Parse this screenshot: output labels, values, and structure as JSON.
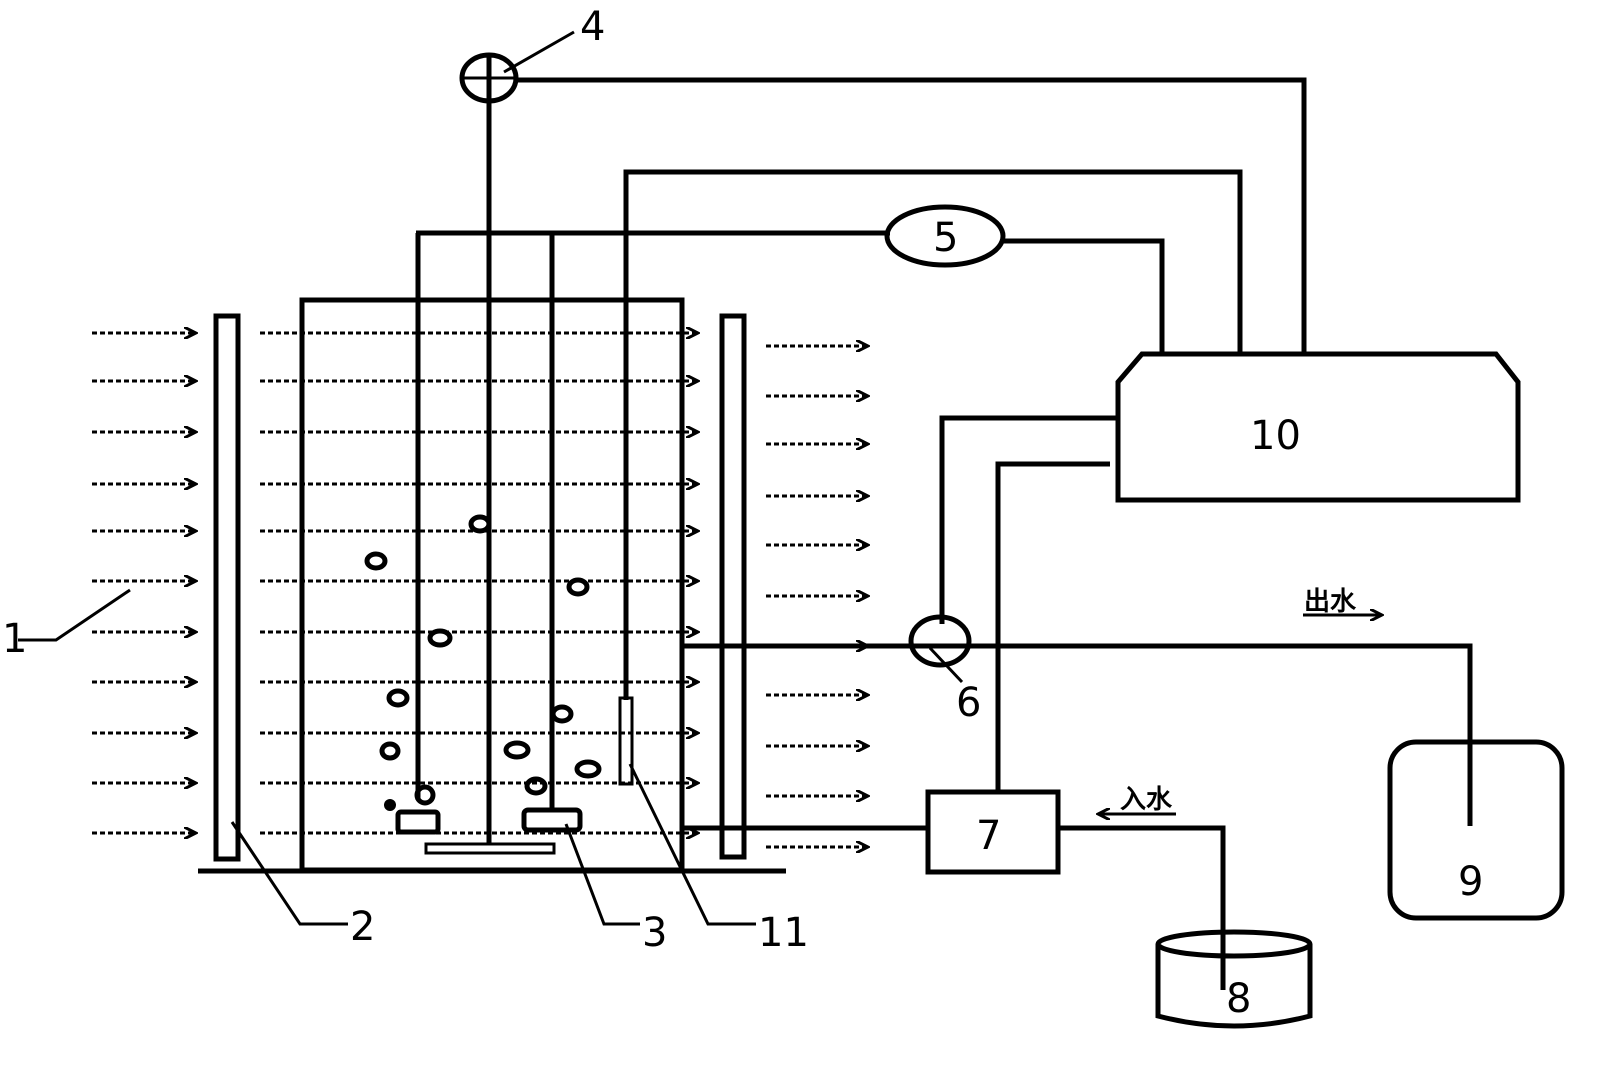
{
  "labels": {
    "n1": "1",
    "n2": "2",
    "n3": "3",
    "n4": "4",
    "n5": "5",
    "n6": "6",
    "n7": "7",
    "n8": "8",
    "n9": "9",
    "n10": "10",
    "n11": "11"
  },
  "text": {
    "outlet_water": "出水",
    "inlet_water": "入水"
  }
}
